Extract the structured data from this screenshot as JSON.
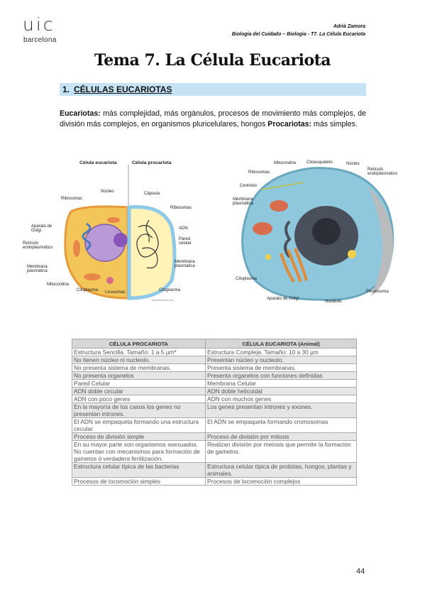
{
  "header": {
    "logo_main": "uic",
    "logo_sub": "barcelona",
    "author": "Adrià Zamora",
    "course": "Biología del Cuidado – Biología - T7. La Célula Eucariota"
  },
  "title": "Tema 7. La Célula Eucariota",
  "section": {
    "number": "1.",
    "label": "CÉLULAS EUCARIOTAS"
  },
  "intro": {
    "term1": "Eucariotas:",
    "text1": " más complejidad, más orgánulos, procesos de movimiento más complejos, de división más complejos, en organismos pluricelulares, hongos ",
    "term2": "Procariotas:",
    "text2": " más simples."
  },
  "diagram1": {
    "heading_left": "Célula eucariota",
    "heading_right": "Célula procariota",
    "labels": {
      "ribosomas_l": "Ribosomas",
      "nucleo": "Núcleo",
      "aparato_golgi": "Aparato de Golgi",
      "reticulo": "Retículo endoplasmático",
      "membrana_l": "Membrana plasmática",
      "mitocondria": "Mitocondria",
      "citoplasma_l": "Citoplasma",
      "lisosomas": "Lisosomas",
      "capsula": "Cápsula",
      "ribosomas_r": "Ribosomas",
      "adn": "ADN",
      "pared": "Pared celular",
      "membrana_r": "Membrana plasmática",
      "citoplasma_r": "Citoplasma",
      "credit": "sopanorama.com"
    }
  },
  "diagram2": {
    "labels": {
      "mitocondria": "Mitocondria",
      "citoesqueleto": "Citoesqueleto",
      "nucleo": "Núcleo",
      "reticulo": "Retículo endoplasmático",
      "ribosomas": "Ribosomas",
      "centriolo": "Centriolo",
      "membrana": "Membrana plasmática",
      "citoplasma": "Citoplasma",
      "golgi": "Aparato de Golgi",
      "nucleolo": "Nucléolo",
      "peroxisoma": "Peroxisoma"
    }
  },
  "table": {
    "headers": [
      "CÉLULA PROCARIOTA",
      "CÉLULA EUCARIOTA (Animal)"
    ],
    "rows": [
      [
        "Estructura Sencilla. Tamaño: 1 a 5 µm*",
        "Estructura Compleja. Tamaño: 10 a 30 µm"
      ],
      [
        "No tienen núcleo ni nucleolo.",
        "Presentan núcleo y nucleolo."
      ],
      [
        "No presenta sistema de membranas.",
        "Presenta sistema de membranas."
      ],
      [
        "No presenta organelos",
        "Presenta organelos con funciones definidas"
      ],
      [
        "Pared Celular",
        "Membrana Celular"
      ],
      [
        "ADN doble circular",
        "ADN doble helicoidal"
      ],
      [
        "ADN con poco genes",
        "ADN con muchos genes"
      ],
      [
        "En la mayoría de los casos los genes no presentan intrones.",
        "Los genes presentan intrones y exones."
      ],
      [
        "El ADN se empaqueta formando una estructura circular",
        "El ADN se empaqueta formando cromosomas"
      ],
      [
        "Proceso de división simple",
        "Proceso de división por mitosis"
      ],
      [
        "En su mayor parte son organismos asexuados. No cuentan con mecanismos para formación de gametos ó verdadera fertilización.",
        "Realizan división por meiosis que permite la formación de gametos."
      ],
      [
        "Estructura celular típica de las bacterias",
        "Estructura celular típica de protistas, hongos, plantas y animales."
      ],
      [
        "Procesos de locomoción simples",
        "Procesos de locomoción complejos"
      ]
    ]
  },
  "page_number": "44",
  "colors": {
    "section_bg": "#c5e3f5",
    "table_header": "#d6d6d6",
    "table_alt": "#e6e6e6"
  }
}
